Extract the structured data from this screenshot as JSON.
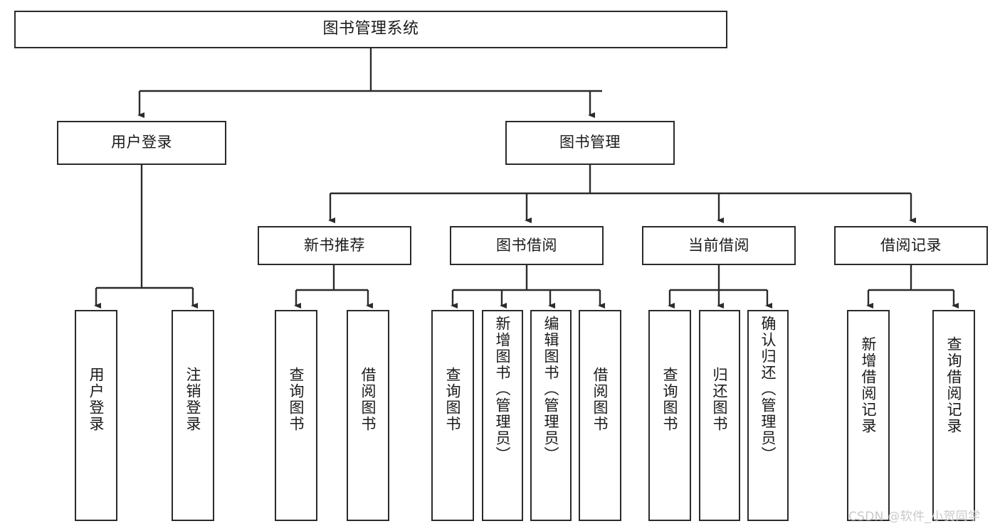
{
  "diagram": {
    "type": "tree-hierarchy-chart",
    "title": "图书管理系统",
    "orientation": "top-down",
    "box_fill": "#ffffff",
    "box_stroke": "#2b2b2b",
    "connector_color": "#2b2b2b",
    "levels": [
      {
        "level": 1,
        "nodes": [
          {
            "id": "root",
            "label": "图书管理系统",
            "text_direction": "horizontal"
          }
        ]
      },
      {
        "level": 2,
        "nodes": [
          {
            "id": "user-login",
            "label": "用户登录",
            "text_direction": "horizontal",
            "parent": "root"
          },
          {
            "id": "book-manage",
            "label": "图书管理",
            "text_direction": "horizontal",
            "parent": "root"
          }
        ]
      },
      {
        "level": 3,
        "nodes": [
          {
            "id": "new-book-recommend",
            "label": "新书推荐",
            "text_direction": "horizontal",
            "parent": "book-manage"
          },
          {
            "id": "book-borrow",
            "label": "图书借阅",
            "text_direction": "horizontal",
            "parent": "book-manage"
          },
          {
            "id": "current-borrow",
            "label": "当前借阅",
            "text_direction": "horizontal",
            "parent": "book-manage"
          },
          {
            "id": "borrow-record",
            "label": "借阅记录",
            "text_direction": "horizontal",
            "parent": "book-manage"
          }
        ]
      },
      {
        "level": 4,
        "nodes": [
          {
            "id": "leaf-user-login",
            "label": "用户登录",
            "text_direction": "vertical",
            "parent": "user-login"
          },
          {
            "id": "leaf-user-logout",
            "label": "注销登录",
            "text_direction": "vertical",
            "parent": "user-login"
          },
          {
            "id": "leaf-query-book-1",
            "label": "查询图书",
            "text_direction": "vertical",
            "parent": "new-book-recommend"
          },
          {
            "id": "leaf-borrow-book-1",
            "label": "借阅图书",
            "text_direction": "vertical",
            "parent": "new-book-recommend"
          },
          {
            "id": "leaf-query-book-2",
            "label": "查询图书",
            "text_direction": "vertical",
            "parent": "book-borrow"
          },
          {
            "id": "leaf-add-book",
            "label": "新增图书（管理员）",
            "text_direction": "vertical",
            "parent": "book-borrow"
          },
          {
            "id": "leaf-edit-book",
            "label": "编辑图书（管理员）",
            "text_direction": "vertical",
            "parent": "book-borrow"
          },
          {
            "id": "leaf-borrow-book-2",
            "label": "借阅图书",
            "text_direction": "vertical",
            "parent": "book-borrow"
          },
          {
            "id": "leaf-query-book-3",
            "label": "查询图书",
            "text_direction": "vertical",
            "parent": "current-borrow"
          },
          {
            "id": "leaf-return-book",
            "label": "归还图书",
            "text_direction": "vertical",
            "parent": "current-borrow"
          },
          {
            "id": "leaf-confirm-return",
            "label": "确认归还（管理员）",
            "text_direction": "vertical",
            "parent": "current-borrow"
          },
          {
            "id": "leaf-add-borrow-record",
            "label": "新增借阅记录",
            "text_direction": "vertical",
            "parent": "borrow-record"
          },
          {
            "id": "leaf-query-borrow-record",
            "label": "查询借阅记录",
            "text_direction": "vertical",
            "parent": "borrow-record"
          }
        ]
      }
    ]
  },
  "watermark": {
    "text": "CSDN @软件_小贺同学",
    "color": "#c9c9c9"
  }
}
